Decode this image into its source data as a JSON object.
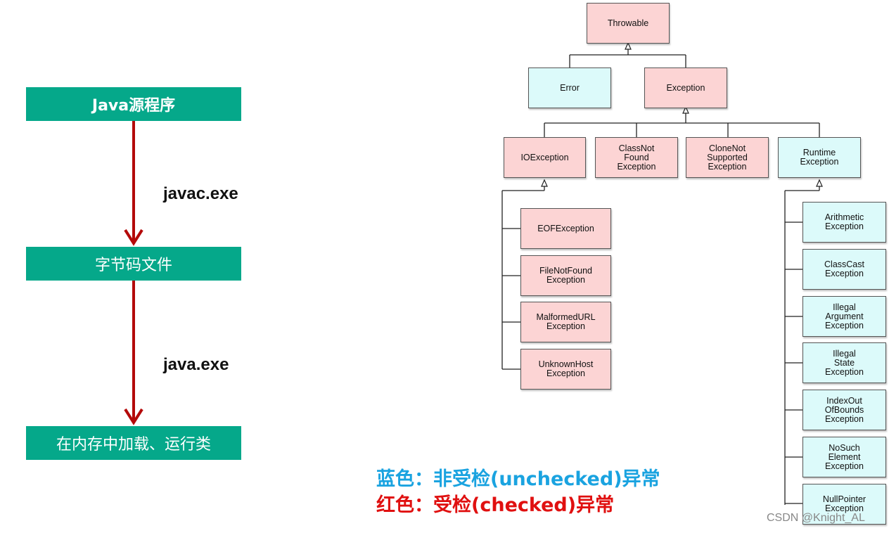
{
  "flow": {
    "steps": [
      "Java源程序",
      "字节码文件",
      "在内存中加载、运行类"
    ],
    "edges": [
      "javac.exe",
      "java.exe"
    ],
    "box_color": "#05a88a",
    "arrow_color": "#b40a0a"
  },
  "hierarchy": {
    "root": "Throwable",
    "level1": [
      "Error",
      "Exception"
    ],
    "level2": [
      "IOException",
      "ClassNot\nFound\nException",
      "CloneNot\nSupported\nException",
      "Runtime\nException"
    ],
    "io_children": [
      "EOFException",
      "FileNotFound\nException",
      "MalformedURL\nException",
      "UnknownHost\nException"
    ],
    "runtime_children": [
      "Arithmetic\nException",
      "ClassCast\nException",
      "Illegal\nArgument\nException",
      "Illegal\nState\nException",
      "IndexOut\nOfBounds\nException",
      "NoSuch\nElement\nException",
      "NullPointer\nException"
    ],
    "checked_color": "#fcd4d4",
    "unchecked_color": "#dcfafa"
  },
  "legend": {
    "unchecked": "蓝色：非受检(unchecked)异常",
    "checked": "红色：受检(checked)异常",
    "unchecked_color": "#1aa3e0",
    "checked_color": "#e01010"
  },
  "watermark": "CSDN @Knight_AL"
}
